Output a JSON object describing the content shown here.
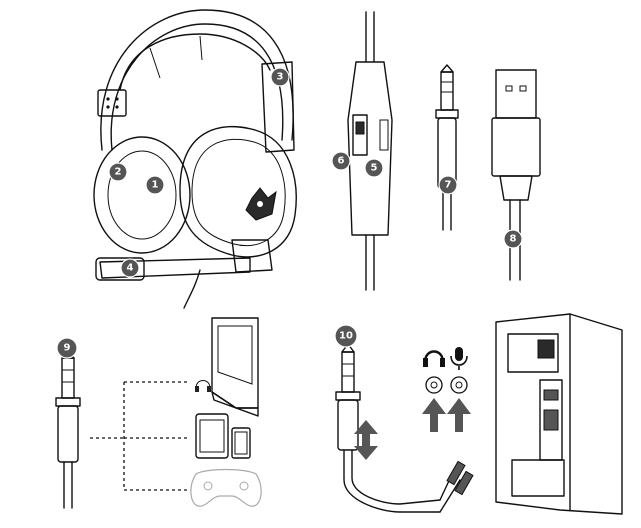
{
  "callouts": {
    "c1": "1",
    "c2": "2",
    "c3": "3",
    "c4": "4",
    "c5": "5",
    "c6": "6",
    "c7": "7",
    "c8": "8",
    "c9": "9",
    "c10": "10"
  },
  "colors": {
    "callout_fill": "#555555",
    "line": "#111111",
    "background": "#ffffff"
  },
  "icons": [
    "headphone-icon",
    "microphone-icon",
    "double-arrow-icon",
    "up-arrow-icon"
  ]
}
